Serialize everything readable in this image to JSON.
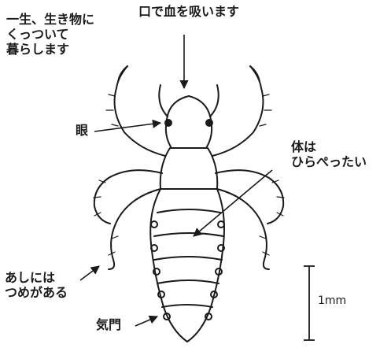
{
  "labels": {
    "habitat": [
      "一生、生き物に",
      "くっついて",
      "暮らします"
    ],
    "mouth": "口で血を吸います",
    "eye": "眼",
    "body": [
      "体は",
      "ひらぺったい"
    ],
    "legs": [
      "あしには",
      "つめがある"
    ],
    "spiracle": "気門",
    "scale": "1mm"
  },
  "colors": {
    "ink": "#1a1a1a",
    "paper": "#ffffff"
  }
}
